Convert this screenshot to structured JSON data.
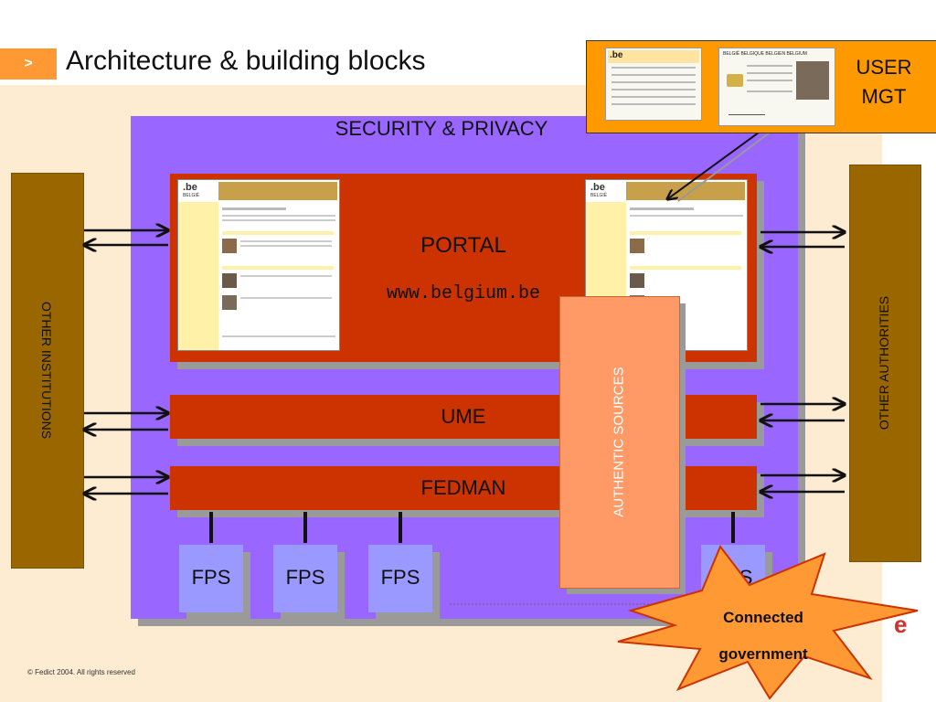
{
  "slide": {
    "marker": ">",
    "title": "Architecture & building blocks",
    "footer": "© Fedict 2004. All rights reserved"
  },
  "diagram": {
    "security": "SECURITY & PRIVACY",
    "portal": {
      "label": "PORTAL",
      "url": "www.belgium.be"
    },
    "ume": "UME",
    "fedman": "FEDMAN",
    "fps_boxes": [
      "FPS",
      "FPS",
      "FPS",
      "FPS"
    ],
    "authentic_sources": "AUTHENTIC SOURCES",
    "other_institutions": "OTHER INSTITUTIONS",
    "other_authorities": "OTHER AUTHORITIES",
    "user_mgt": {
      "line1": "USER",
      "line2": "MGT"
    },
    "starburst": {
      "line1": "Connected",
      "line2": "government"
    },
    "portal_site": {
      "logo": ".be",
      "country": "BELGIË"
    },
    "id_card": {
      "header": "BELGIË  BELGIQUE  BELGIEN  BELGIUM"
    }
  },
  "colors": {
    "security": "#9966ff",
    "bars": "#cc3300",
    "fps": "#9999ff",
    "authentic_sources": "#ff9966",
    "side_boxes": "#996600",
    "user_mgt": "#ff9900",
    "starburst": "#ff9933"
  }
}
